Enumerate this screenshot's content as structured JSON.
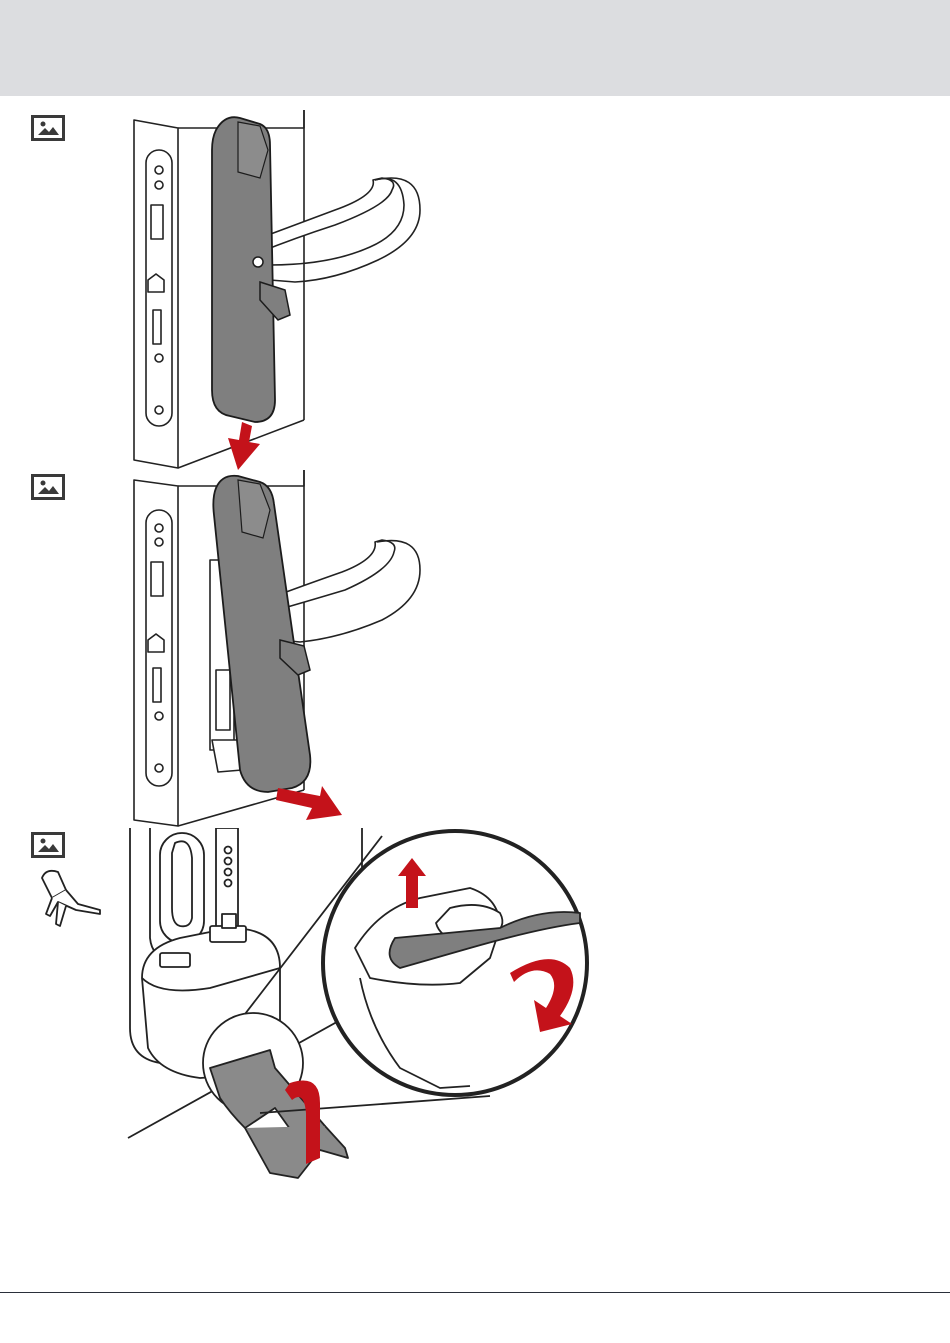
{
  "page": {
    "header_band_color": "#dcdde0",
    "accent_color": "#c4121a",
    "handle_color": "#7f7f7f"
  },
  "steps": [
    {
      "icon": "image-icon",
      "illustration": "slide-handle-down"
    },
    {
      "icon": "image-icon",
      "illustration": "tilt-handle-out"
    },
    {
      "icon": "image-icon",
      "illustration": "release-clip-with-tool",
      "tool_icon": "clip-tool-icon"
    }
  ]
}
